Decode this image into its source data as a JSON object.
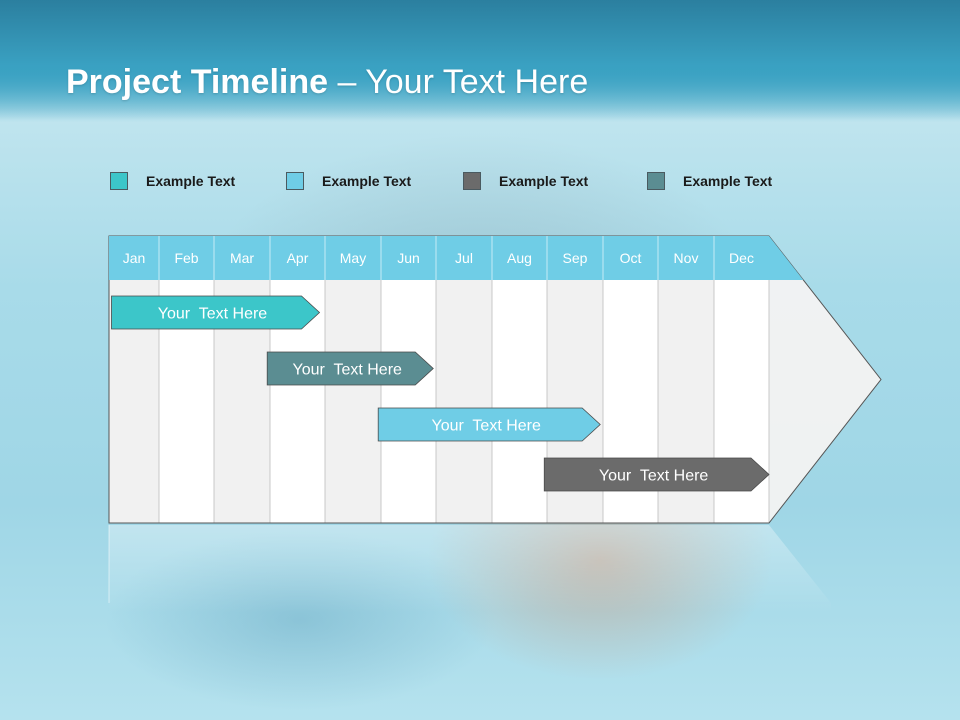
{
  "slide": {
    "title_bold": "Project Timeline",
    "title_rest": " – Your Text Here"
  },
  "legend": [
    {
      "label": "Example Text",
      "color": "#3cc6c9"
    },
    {
      "label": "Example Text",
      "color": "#6fcde6"
    },
    {
      "label": "Example Text",
      "color": "#6b6b6b"
    },
    {
      "label": "Example Text",
      "color": "#5b8d92"
    }
  ],
  "timeline": {
    "months": [
      "Jan",
      "Feb",
      "Mar",
      "Apr",
      "May",
      "Jun",
      "Jul",
      "Aug",
      "Sep",
      "Oct",
      "Nov",
      "Dec"
    ],
    "header_color": "#6fcde6",
    "tasks": [
      {
        "label": "Your  Text Here",
        "start_month": 1.05,
        "end_month": 4.9,
        "color": "#3cc6c9"
      },
      {
        "label": "Your  Text Here",
        "start_month": 3.95,
        "end_month": 6.95,
        "color": "#5b8d92"
      },
      {
        "label": "Your  Text Here",
        "start_month": 5.95,
        "end_month": 9.95,
        "color": "#6fcde6"
      },
      {
        "label": "Your  Text Here",
        "start_month": 8.95,
        "end_month": 13.0,
        "color": "#6b6b6b"
      }
    ]
  }
}
